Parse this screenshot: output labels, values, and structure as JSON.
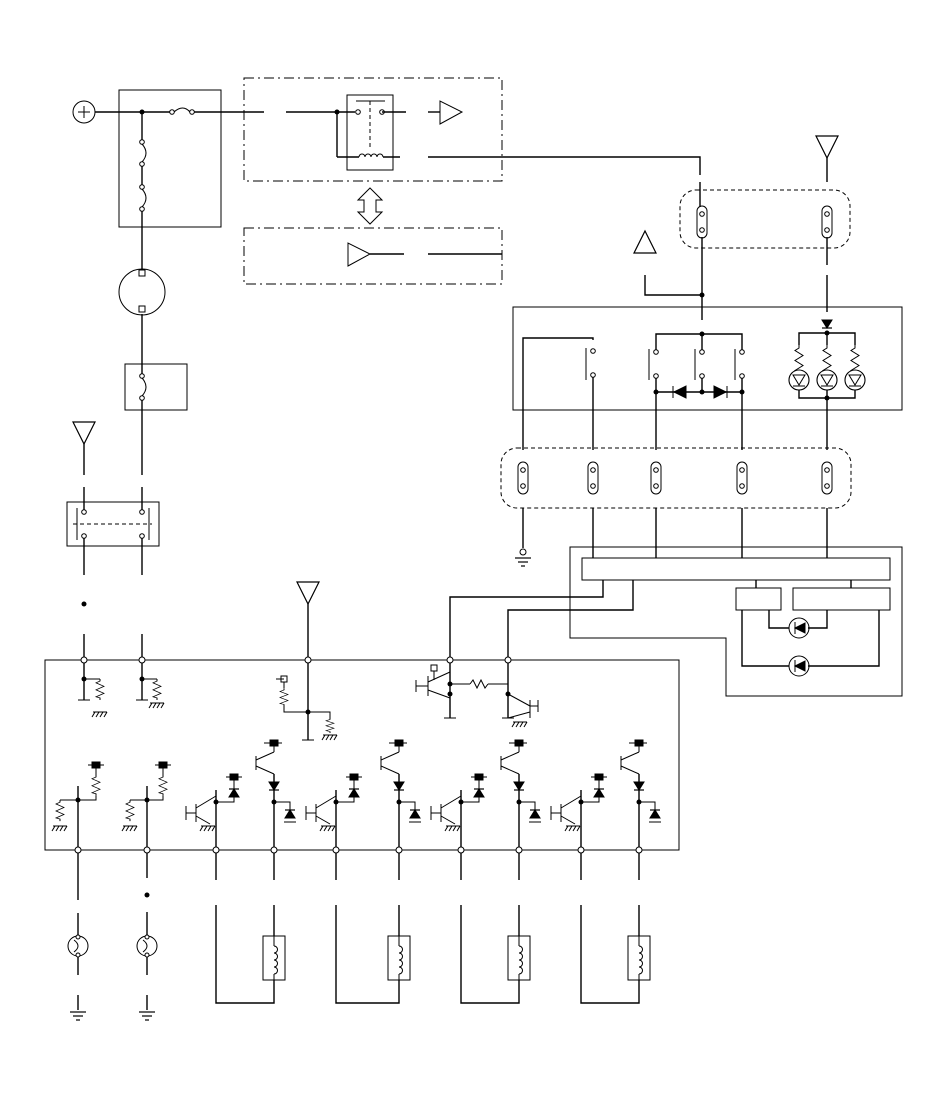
{
  "diagram": {
    "kind": "wiring-schematic",
    "colors": {
      "line": "#000000",
      "background": "#ffffff"
    },
    "symbols": {
      "battery": "plus-in-circle",
      "supply": "triangle-terminal",
      "ground": "ground-icon",
      "relay": "relay-coil-icon",
      "led": "led-icon",
      "diode": "diode-icon",
      "transistor": "transistor-icon",
      "solenoid": "solenoid-coil-icon",
      "bulb": "bulb-icon"
    }
  }
}
